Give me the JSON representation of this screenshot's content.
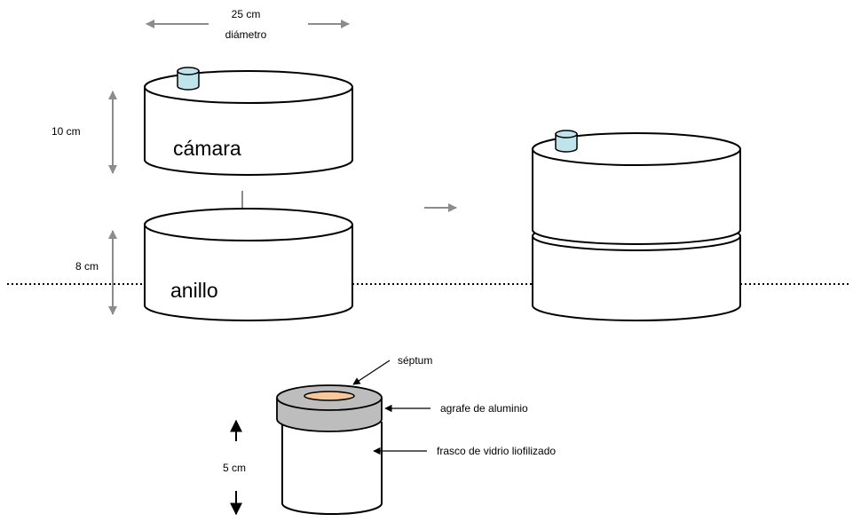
{
  "labels": {
    "diameter_value": "25 cm",
    "diameter_word": "diámetro",
    "chamber_height": "10 cm",
    "ring_height": "8 cm",
    "chamber": "cámara",
    "ring": "anillo",
    "septum": "séptum",
    "clip": "agrafe de aluminio",
    "vial": "frasco de vidrio liofilizado",
    "vial_height": "5 cm"
  },
  "colors": {
    "port": "#bfe4ec",
    "cap": "#bdbdbd",
    "septum": "#f6c89a",
    "arrow": "#8c8c8c",
    "outline": "#000000"
  }
}
